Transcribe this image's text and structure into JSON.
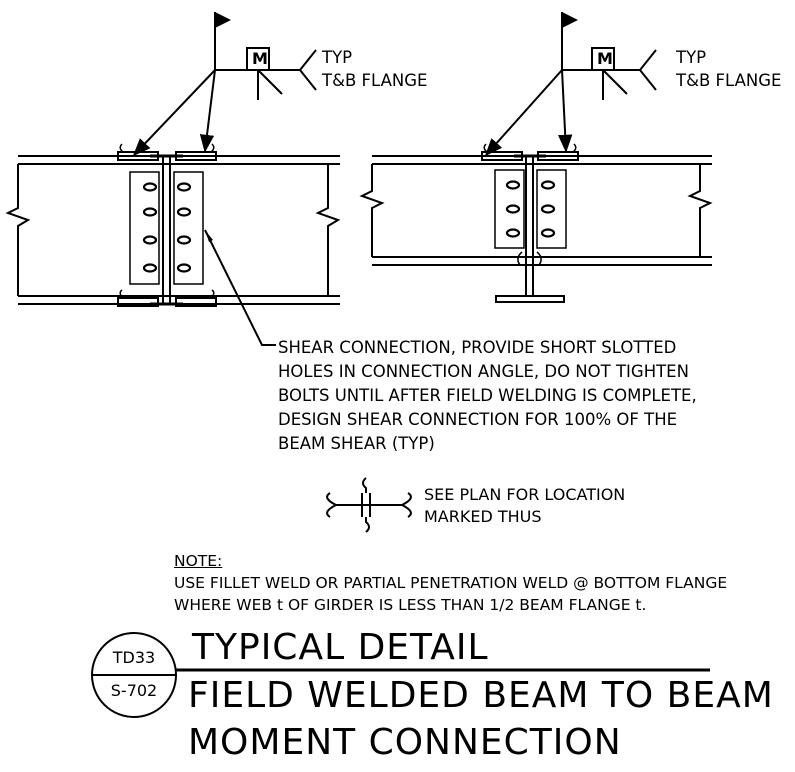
{
  "weld_symbols": {
    "symbol_letter": "M",
    "callout_line1": "TYP",
    "callout_line2": "T&B FLANGE"
  },
  "shear_note": {
    "lines": [
      "SHEAR CONNECTION, PROVIDE SHORT SLOTTED",
      "HOLES IN CONNECTION ANGLE, DO NOT TIGHTEN",
      "BOLTS UNTIL AFTER FIELD WELDING IS COMPLETE,",
      "DESIGN SHEAR CONNECTION FOR 100% OF THE",
      "BEAM SHEAR (TYP)"
    ]
  },
  "plan_note": {
    "line1": "SEE PLAN FOR LOCATION",
    "line2": "MARKED THUS"
  },
  "general_note": {
    "heading": "NOTE:",
    "line1": "USE FILLET WELD OR PARTIAL PENETRATION WELD @ BOTTOM FLANGE",
    "line2": "WHERE WEB t OF GIRDER IS LESS THAN 1/2 BEAM FLANGE t."
  },
  "title_block": {
    "detail_number": "TD33",
    "sheet_number": "S-702",
    "title": "TYPICAL DETAIL",
    "subtitle_line1": "FIELD WELDED BEAM TO BEAM",
    "subtitle_line2": "MOMENT CONNECTION"
  }
}
